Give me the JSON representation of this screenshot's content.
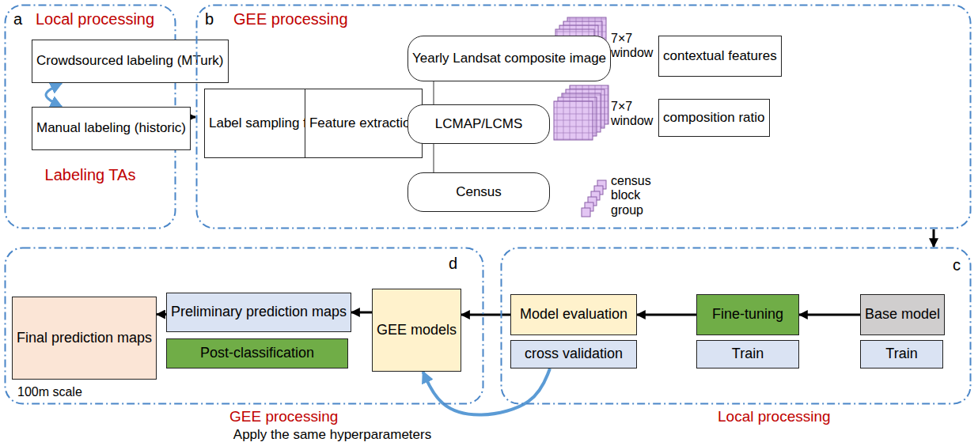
{
  "diagram": {
    "nodes": [
      {
        "text": [
          "a",
          "Local processing",
          "Labeling TAs"
        ]
      },
      {
        "text": [
          "Crowdsourced labeling (MTurk)"
        ],
        "in": 0
      },
      {
        "text": [
          "Manual labeling (historic)"
        ],
        "in": 0
      },
      {
        "text": [
          "b",
          "GEE processing"
        ]
      },
      {
        "text": [
          "Label sampling from TAs"
        ],
        "in": 3
      },
      {
        "text": [
          "Feature extraction"
        ],
        "in": 3
      },
      {
        "text": [
          "Yearly Landsat composite image"
        ],
        "in": 3
      },
      {
        "text": [
          "LCMAP/LCMS"
        ],
        "in": 3
      },
      {
        "text": [
          "Census"
        ],
        "in": 3
      },
      {
        "text": [
          "contextual features"
        ],
        "in": 3
      },
      {
        "text": [
          "composition ratio"
        ],
        "in": 3
      },
      {
        "text": [
          "d",
          "GEE processing"
        ]
      },
      {
        "text": [
          "Final prediction maps"
        ],
        "in": 11
      },
      {
        "text": [
          "Preliminary prediction maps"
        ],
        "in": 11
      },
      {
        "text": [
          "Post-classification"
        ],
        "in": 11
      },
      {
        "text": [
          "GEE models"
        ],
        "in": 11
      },
      {
        "text": [
          "c",
          "Local processing"
        ]
      },
      {
        "text": [
          "Model evaluation"
        ],
        "in": 16
      },
      {
        "text": [
          "cross validation"
        ],
        "in": 16
      },
      {
        "text": [
          "Fine-tuning"
        ],
        "in": 16
      },
      {
        "text": [
          "Train"
        ],
        "in": 16
      },
      {
        "text": [
          "Base model"
        ],
        "in": 16
      },
      {
        "text": [
          "Train"
        ],
        "in": 16
      }
    ],
    "edges": [
      {
        "from": 1,
        "to": 2,
        "arrow": "both"
      },
      {
        "from": 0,
        "to": 3,
        "arrow": "to"
      },
      {
        "from": 4,
        "to": 5,
        "arrow": "to"
      },
      {
        "from": 5,
        "to": 6,
        "arrow": "none"
      },
      {
        "from": 5,
        "to": 7,
        "arrow": "none"
      },
      {
        "from": 5,
        "to": 8,
        "arrow": "none"
      },
      {
        "from": 3,
        "to": 16,
        "arrow": "to"
      },
      {
        "from": 21,
        "to": 19,
        "arrow": "to"
      },
      {
        "from": 19,
        "to": 17,
        "arrow": "to"
      },
      {
        "from": 17,
        "to": 15,
        "arrow": "to"
      },
      {
        "from": 18,
        "to": 15,
        "label": "Apply the same hyperparameters",
        "arrow": "to"
      },
      {
        "from": 15,
        "to": 13,
        "arrow": "to"
      },
      {
        "from": 13,
        "to": 12,
        "arrow": "to"
      }
    ],
    "labels": [
      "7×7 window",
      "7×7 window",
      "census block group",
      "100m scale"
    ]
  }
}
